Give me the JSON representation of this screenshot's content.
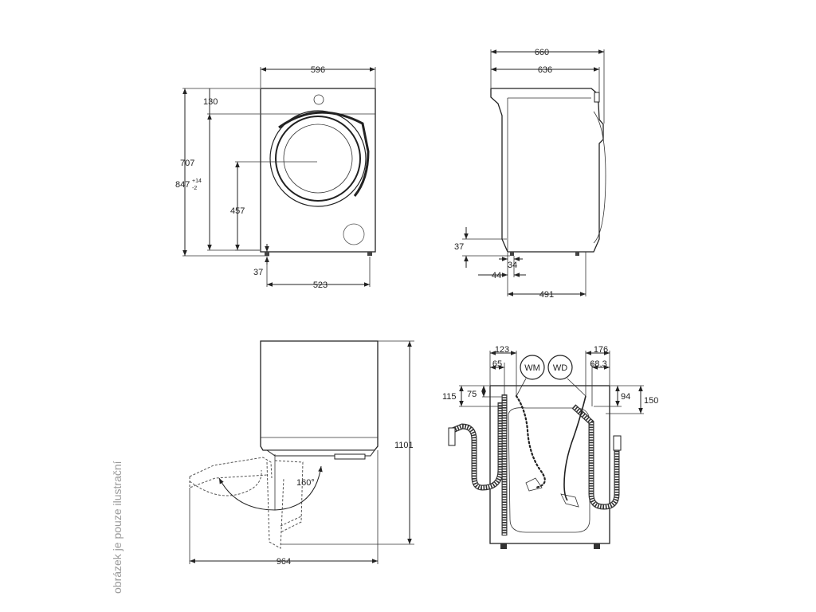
{
  "caption": "obrázek je pouze ilustrační",
  "front_view": {
    "width": "596",
    "top_panel": "130",
    "door_center": "707",
    "total_height_base": "847",
    "total_height_tol_plus": "+14",
    "total_height_tol_minus": "-2",
    "door_bottom": "457",
    "foot_height": "37",
    "foot_span": "523"
  },
  "side_view": {
    "depth_total": "660",
    "depth_body": "636",
    "foot_height": "37",
    "foot_inset": "34",
    "foot_offset": "44",
    "foot_span": "491"
  },
  "door_open_view": {
    "total_depth_open": "1101",
    "door_swing": "964",
    "angle": "160°"
  },
  "rear_view": {
    "left_x_outer": "123",
    "left_x_inner": "65",
    "left_y_outer": "115",
    "left_y_inner": "75",
    "right_x_outer": "176",
    "right_x_inner": "68,3",
    "right_y_inner": "94",
    "right_y_outer": "150",
    "label_wm": "WM",
    "label_wd": "WD"
  }
}
